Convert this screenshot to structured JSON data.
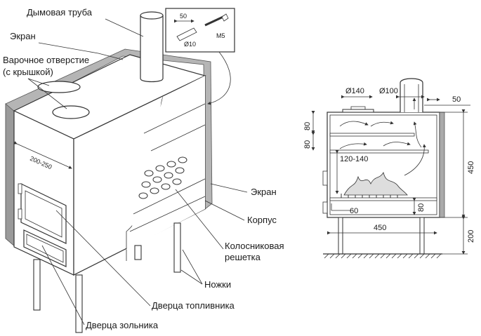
{
  "labels": {
    "chimney": "Дымовая труба",
    "screen_top": "Экран",
    "cooking_hole_1": "Варочное отверстие",
    "cooking_hole_2": "(с крышкой)",
    "screen_right": "Экран",
    "body": "Корпус",
    "grate_1": "Колосниковая",
    "grate_2": "решетка",
    "legs": "Ножки",
    "fuel_door": "Дверца топливника",
    "ash_door": "Дверца зольника"
  },
  "dimensions_left": {
    "width_range": "200-250",
    "bolt_len": "50",
    "bolt_dia": "Ø10",
    "bolt_thread": "M5"
  },
  "dimensions_right": {
    "dia_140": "Ø140",
    "dia_100": "Ø100",
    "top_50": "50",
    "h80_a": "80",
    "h80_b": "80",
    "h450": "450",
    "h120_140": "120-140",
    "h60": "60",
    "h80_c": "80",
    "w450": "450",
    "h200": "200"
  },
  "colors": {
    "screen_fill": "#b5b5b5",
    "screen_shade": "#8f8f8f",
    "line": "#333333"
  }
}
